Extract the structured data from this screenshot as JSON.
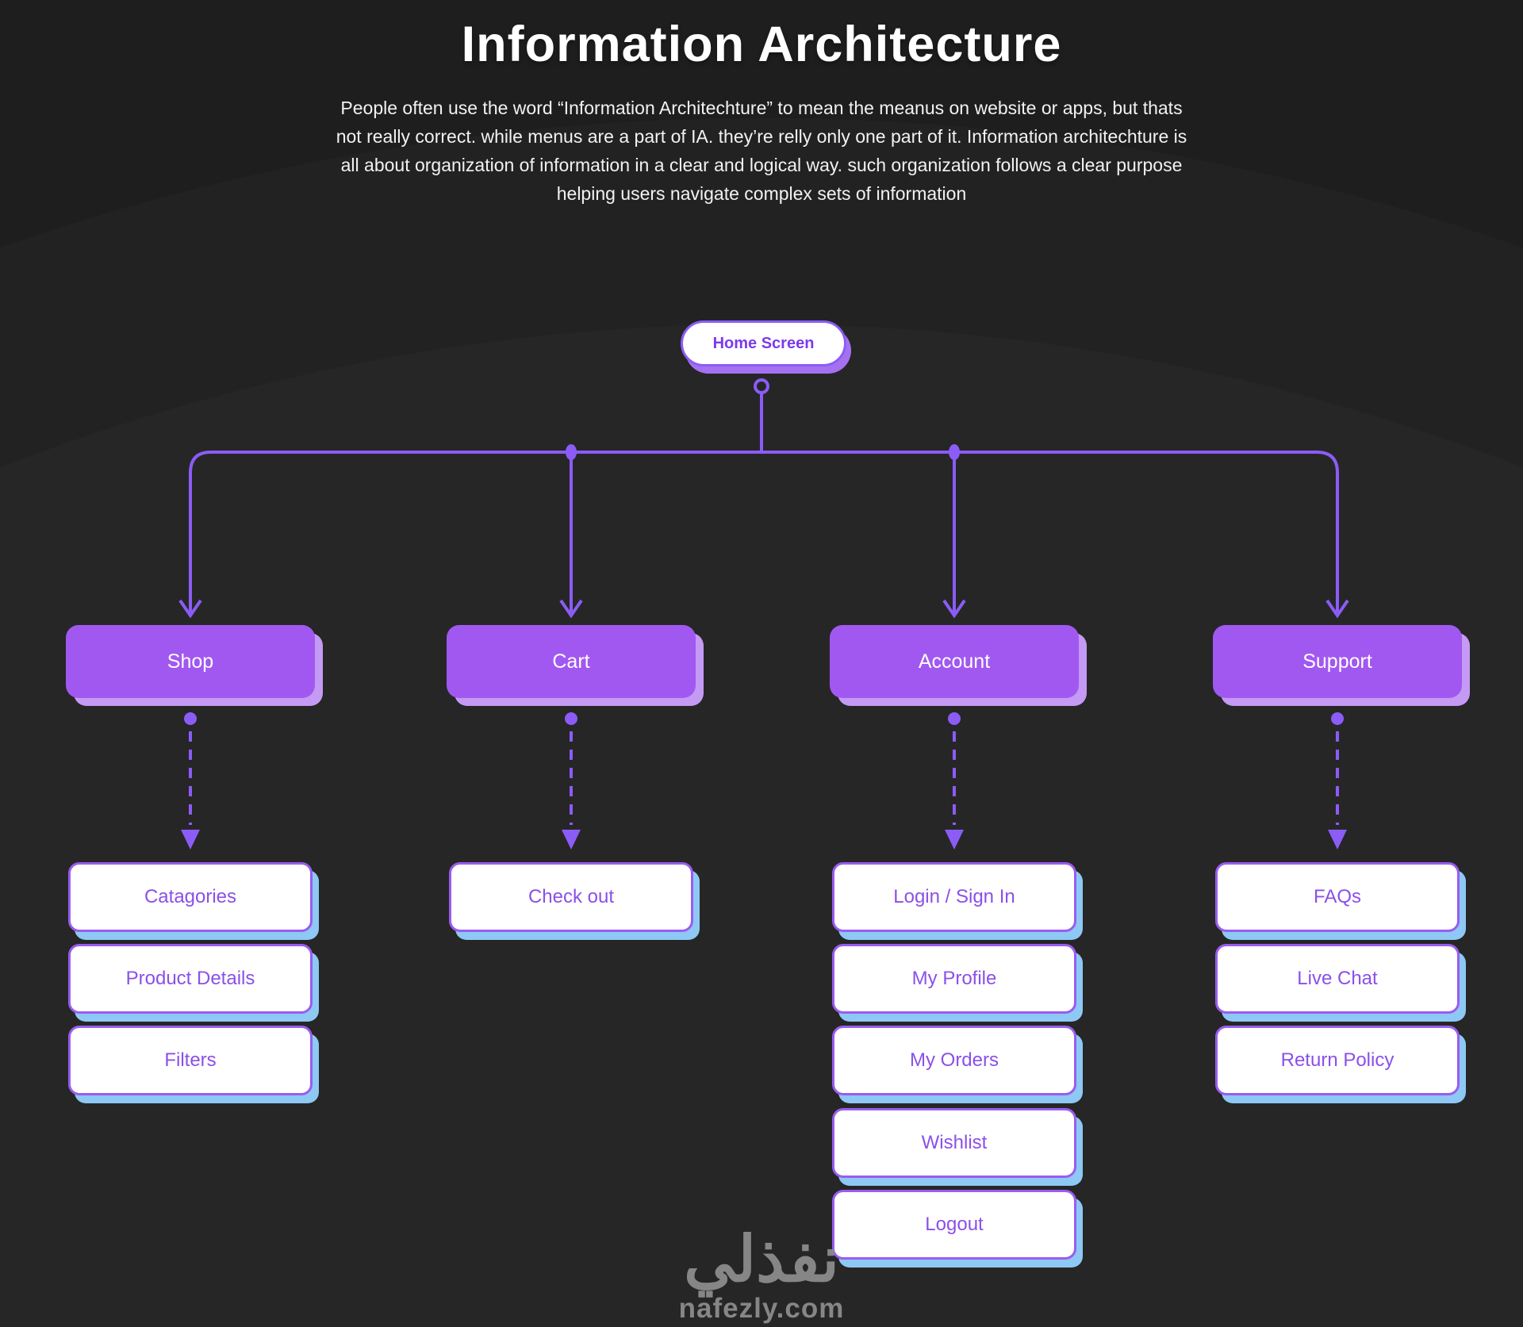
{
  "header": {
    "title": "Information Architecture",
    "description_lines": [
      "People often use the word “Information Architechture” to mean the meanus on website or apps, but thats",
      "not really correct. while menus are a part of IA. they’re relly only one part of it. Information architechture is",
      "all about organization of information in a clear and logical way. such organization follows a clear purpose",
      "helping users navigate complex sets of information"
    ]
  },
  "diagram": {
    "root_label": "Home Screen",
    "branches": [
      {
        "label": "Shop",
        "children": [
          "Catagories",
          "Product Details",
          "Filters"
        ]
      },
      {
        "label": "Cart",
        "children": [
          "Check out"
        ]
      },
      {
        "label": "Account",
        "children": [
          "Login / Sign In",
          "My Profile",
          "My Orders",
          "Wishlist",
          "Logout"
        ]
      },
      {
        "label": "Support",
        "children": [
          "FAQs",
          "Live Chat",
          "Return Policy"
        ]
      }
    ]
  },
  "watermark": {
    "logo_text": "نفذلي",
    "site_text": "nafezly.com"
  },
  "colors": {
    "background": "#262626",
    "category_fill": "#a158f0",
    "category_shadow": "#c49af5",
    "connector_purple": "#8b5cf6",
    "sub_border": "#9a5cf0",
    "sub_text": "#8b50e8",
    "sub_shadow_blue": "#8ec8f4",
    "root_text": "#7c3aed",
    "watermark_gray": "#8f8f8f"
  }
}
